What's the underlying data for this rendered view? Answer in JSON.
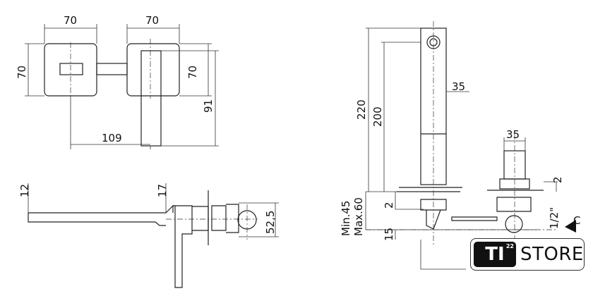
{
  "diagram": {
    "top_view": {
      "width_left": "70",
      "width_right": "70",
      "height_left": "70",
      "height_right": "70",
      "lever_depth": "91",
      "spacing": "109"
    },
    "side_view": {
      "spout_height": "12",
      "body_height": "17",
      "valve_height": "52,5"
    },
    "vertical_view": {
      "total_height": "220",
      "spout_length": "200",
      "spout_width": "35",
      "valve_width": "35",
      "plate_left": "2",
      "plate_right": "2",
      "min_depth": "Min.45",
      "max_depth": "Max.60",
      "offset": "15",
      "thread": "1/2\"",
      "connection": "C"
    }
  },
  "logo": {
    "brand": "TI",
    "superscript": "22",
    "word": "STORE"
  }
}
